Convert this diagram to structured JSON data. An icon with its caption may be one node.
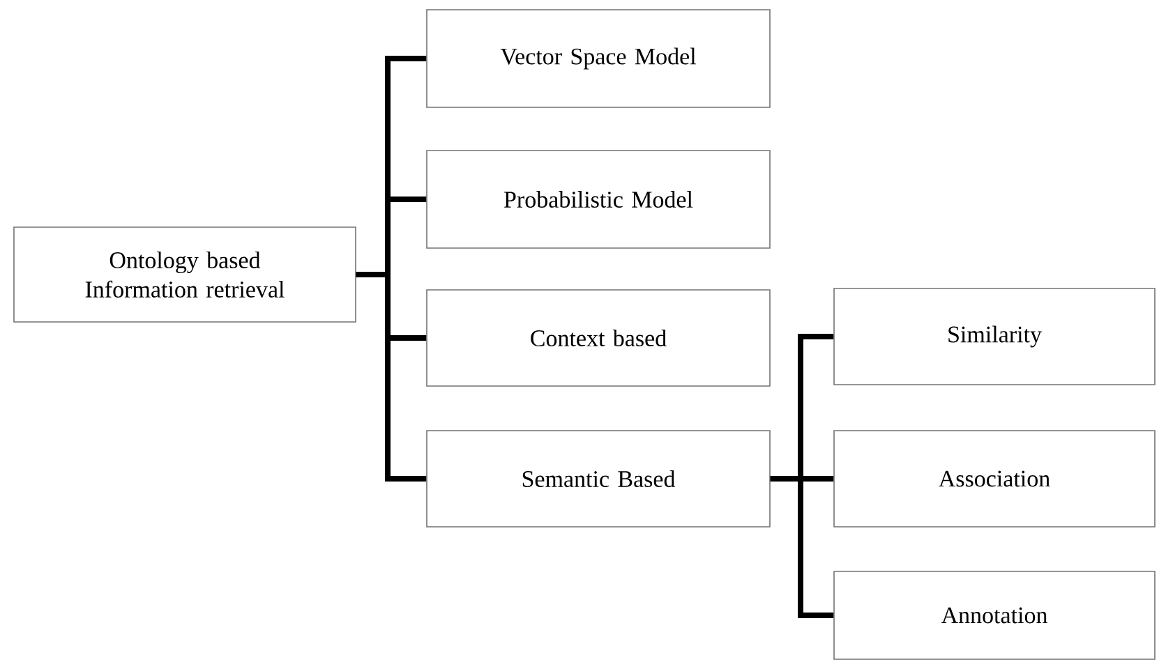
{
  "diagram": {
    "nodes": [
      {
        "text": [
          "Ontology based Information retrieval"
        ]
      },
      {
        "text": [
          "Vector Space Model"
        ]
      },
      {
        "text": [
          "Probabilistic Model"
        ]
      },
      {
        "text": [
          "Context based"
        ]
      },
      {
        "text": [
          "Semantic Based"
        ]
      },
      {
        "text": [
          "Similarity"
        ]
      },
      {
        "text": [
          "Association"
        ]
      },
      {
        "text": [
          "Annotation"
        ]
      }
    ],
    "edges": [
      {
        "from": 0,
        "to": 1,
        "arrow": "none"
      },
      {
        "from": 0,
        "to": 2,
        "arrow": "none"
      },
      {
        "from": 0,
        "to": 3,
        "arrow": "none"
      },
      {
        "from": 0,
        "to": 4,
        "arrow": "none"
      },
      {
        "from": 4,
        "to": 5,
        "arrow": "none"
      },
      {
        "from": 4,
        "to": 6,
        "arrow": "none"
      },
      {
        "from": 4,
        "to": 7,
        "arrow": "none"
      }
    ]
  }
}
